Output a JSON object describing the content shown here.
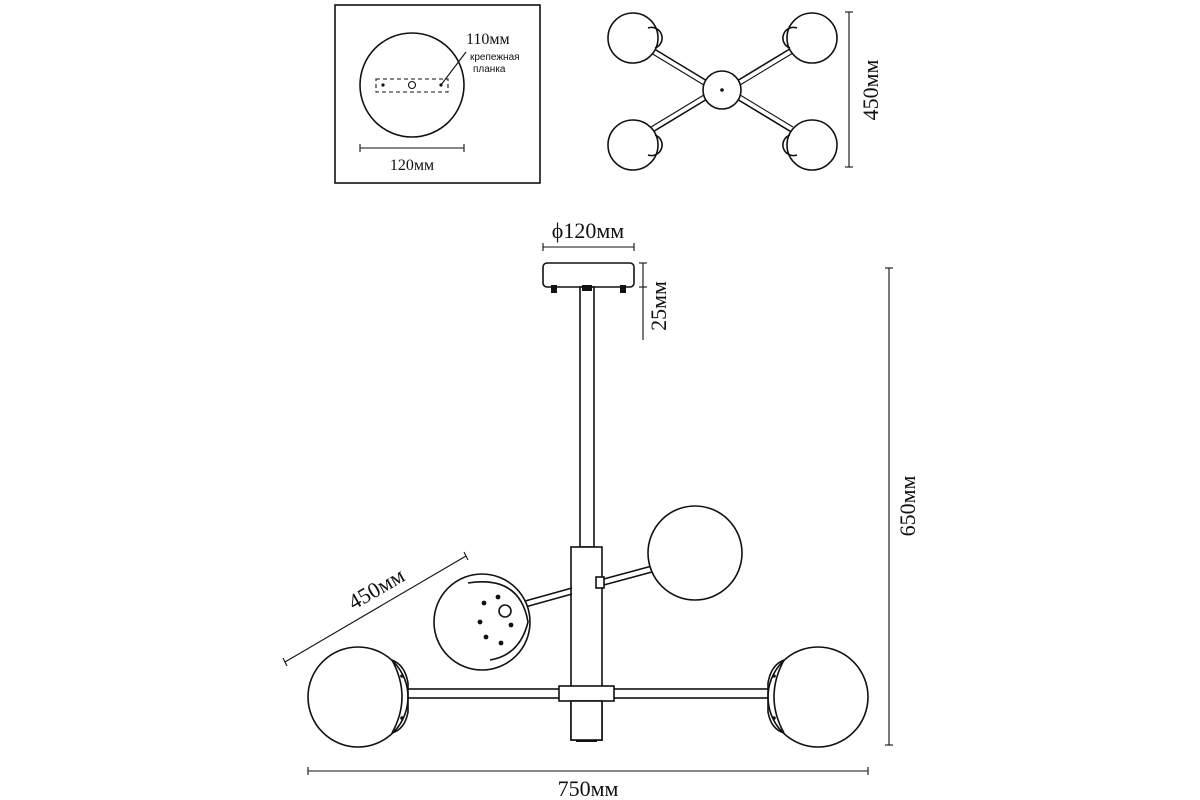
{
  "mount_plate": {
    "width_label": "120мм",
    "bar_length_label": "110мм",
    "bar_note_line1": "крепежная",
    "bar_note_line2": "планка"
  },
  "top_view": {
    "span_label": "450мм"
  },
  "front_view": {
    "canopy_diameter_label": "ϕ120мм",
    "canopy_height_label": "25мм",
    "total_height_label": "650мм",
    "arm_span_label": "450мм",
    "total_width_label": "750мм"
  }
}
